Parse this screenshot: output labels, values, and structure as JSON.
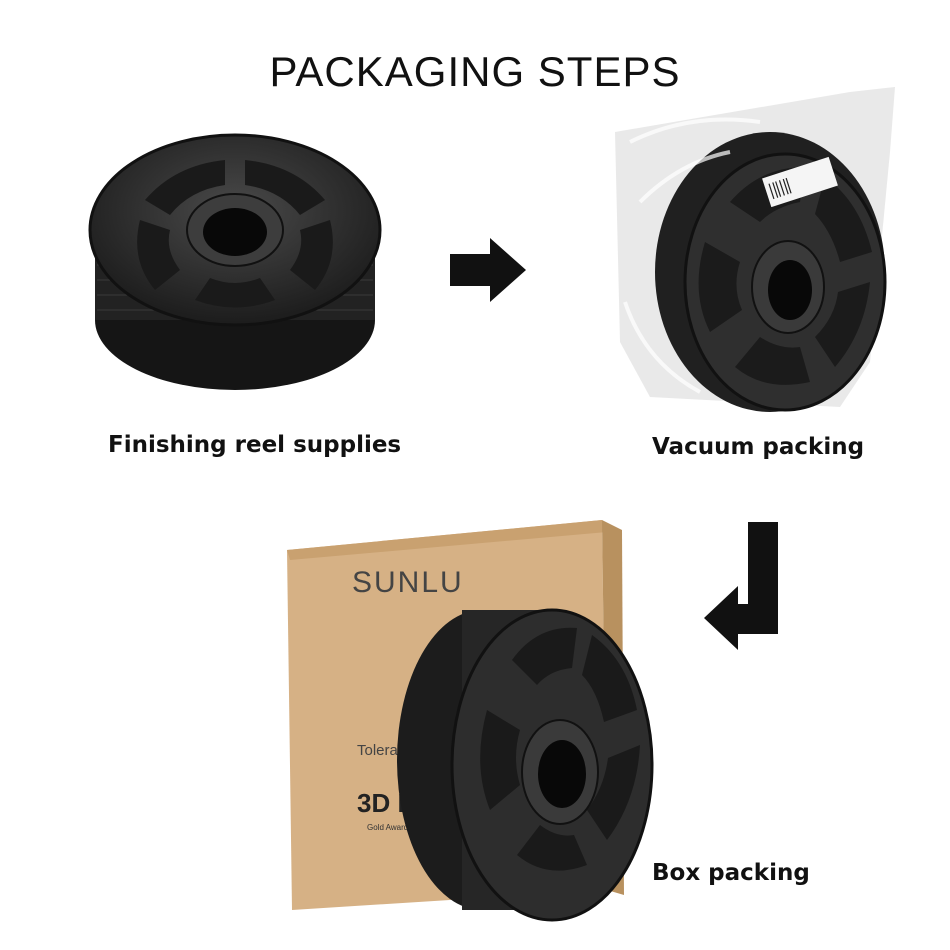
{
  "title": "PACKAGING STEPS",
  "steps": [
    {
      "caption": "Finishing reel supplies"
    },
    {
      "caption": "Vacuum packing"
    },
    {
      "caption": "Box packing"
    }
  ],
  "box": {
    "brand": "SUNLU",
    "tolerance_text": "Toleranc",
    "product_text": "3D F",
    "award_text": "Gold Award V"
  },
  "colors": {
    "spool": "#2a2a2a",
    "cardboard": "#d9b488",
    "arrow": "#111111"
  },
  "icons": [
    "right-arrow-icon",
    "down-left-arrow-icon"
  ]
}
